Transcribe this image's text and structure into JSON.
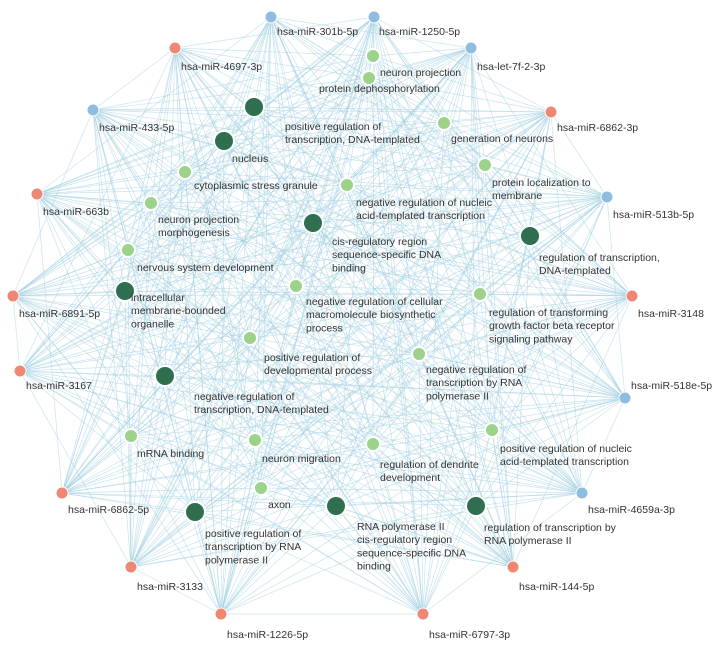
{
  "colors": {
    "edge": "#9fcde0",
    "mirna_red": "#ef8872",
    "mirna_blue": "#8fbde0",
    "term_light": "#9dd28b",
    "term_dark": "#2f6e4e",
    "node_stroke": "#ffffff",
    "label": "#333333"
  },
  "mirnas": [
    {
      "id": "m1",
      "label": "hsa-miR-301b-5p",
      "color": "blue"
    },
    {
      "id": "m2",
      "label": "hsa-miR-1250-5p",
      "color": "blue"
    },
    {
      "id": "m3",
      "label": "hsa-miR-4697-3p",
      "color": "red"
    },
    {
      "id": "m4",
      "label": "hsa-let-7f-2-3p",
      "color": "blue"
    },
    {
      "id": "m5",
      "label": "hsa-miR-433-5p",
      "color": "blue"
    },
    {
      "id": "m6",
      "label": "hsa-miR-6862-3p",
      "color": "red"
    },
    {
      "id": "m7",
      "label": "hsa-miR-663b",
      "color": "red"
    },
    {
      "id": "m8",
      "label": "hsa-miR-513b-5p",
      "color": "blue"
    },
    {
      "id": "m9",
      "label": "hsa-miR-6891-5p",
      "color": "red"
    },
    {
      "id": "m10",
      "label": "hsa-miR-3148",
      "color": "red"
    },
    {
      "id": "m11",
      "label": "hsa-miR-3167",
      "color": "red"
    },
    {
      "id": "m12",
      "label": "hsa-miR-518e-5p",
      "color": "blue"
    },
    {
      "id": "m13",
      "label": "hsa-miR-6862-5p",
      "color": "red"
    },
    {
      "id": "m14",
      "label": "hsa-miR-4659a-3p",
      "color": "blue"
    },
    {
      "id": "m15",
      "label": "hsa-miR-3133",
      "color": "red"
    },
    {
      "id": "m16",
      "label": "hsa-miR-144-5p",
      "color": "red"
    },
    {
      "id": "m17",
      "label": "hsa-miR-1226-5p",
      "color": "red"
    },
    {
      "id": "m18",
      "label": "hsa-miR-6797-3p",
      "color": "red"
    }
  ],
  "terms": [
    {
      "id": "t1",
      "lines": [
        "neuron projection"
      ],
      "kind": "light"
    },
    {
      "id": "t2",
      "lines": [
        "protein dephosphorylation"
      ],
      "kind": "light"
    },
    {
      "id": "t3",
      "lines": [
        "positive regulation of",
        "transcription, DNA-templated"
      ],
      "kind": "dark"
    },
    {
      "id": "t4",
      "lines": [
        "nucleus"
      ],
      "kind": "dark"
    },
    {
      "id": "t5",
      "lines": [
        "generation of neurons"
      ],
      "kind": "light"
    },
    {
      "id": "t6",
      "lines": [
        "cytoplasmic stress granule"
      ],
      "kind": "light"
    },
    {
      "id": "t7",
      "lines": [
        "protein localization to",
        "membrane"
      ],
      "kind": "light"
    },
    {
      "id": "t8",
      "lines": [
        "negative regulation of nucleic",
        "acid-templated transcription"
      ],
      "kind": "light"
    },
    {
      "id": "t9",
      "lines": [
        "neuron projection",
        "morphogenesis"
      ],
      "kind": "light"
    },
    {
      "id": "t10",
      "lines": [
        "cis-regulatory region",
        "sequence-specific DNA",
        "binding"
      ],
      "kind": "dark"
    },
    {
      "id": "t11",
      "lines": [
        "regulation of transcription,",
        "DNA-templated"
      ],
      "kind": "dark"
    },
    {
      "id": "t12",
      "lines": [
        "nervous system development"
      ],
      "kind": "light"
    },
    {
      "id": "t13",
      "lines": [
        "intracellular",
        "membrane-bounded",
        "organelle"
      ],
      "kind": "dark"
    },
    {
      "id": "t14",
      "lines": [
        "negative regulation of cellular",
        "macromolecule biosynthetic",
        "process"
      ],
      "kind": "light"
    },
    {
      "id": "t15",
      "lines": [
        "regulation of transforming",
        "growth factor beta receptor",
        "signaling pathway"
      ],
      "kind": "light"
    },
    {
      "id": "t16",
      "lines": [
        "positive regulation of",
        "developmental process"
      ],
      "kind": "light"
    },
    {
      "id": "t17",
      "lines": [
        "negative regulation of",
        "transcription by RNA",
        "polymerase II"
      ],
      "kind": "light"
    },
    {
      "id": "t18",
      "lines": [
        "negative regulation of",
        "transcription, DNA-templated"
      ],
      "kind": "dark"
    },
    {
      "id": "t19",
      "lines": [
        "positive regulation of nucleic",
        "acid-templated transcription"
      ],
      "kind": "light"
    },
    {
      "id": "t20",
      "lines": [
        "mRNA binding"
      ],
      "kind": "light"
    },
    {
      "id": "t21",
      "lines": [
        "neuron migration"
      ],
      "kind": "light"
    },
    {
      "id": "t22",
      "lines": [
        "regulation of dendrite",
        "development"
      ],
      "kind": "light"
    },
    {
      "id": "t23",
      "lines": [
        "axon"
      ],
      "kind": "light"
    },
    {
      "id": "t24",
      "lines": [
        "positive regulation of",
        "transcription by RNA",
        "polymerase II"
      ],
      "kind": "dark"
    },
    {
      "id": "t25",
      "lines": [
        "RNA polymerase II",
        "cis-regulatory region",
        "sequence-specific DNA",
        "binding"
      ],
      "kind": "dark"
    },
    {
      "id": "t26",
      "lines": [
        "regulation of transcription by",
        "RNA polymerase II"
      ],
      "kind": "dark"
    }
  ]
}
